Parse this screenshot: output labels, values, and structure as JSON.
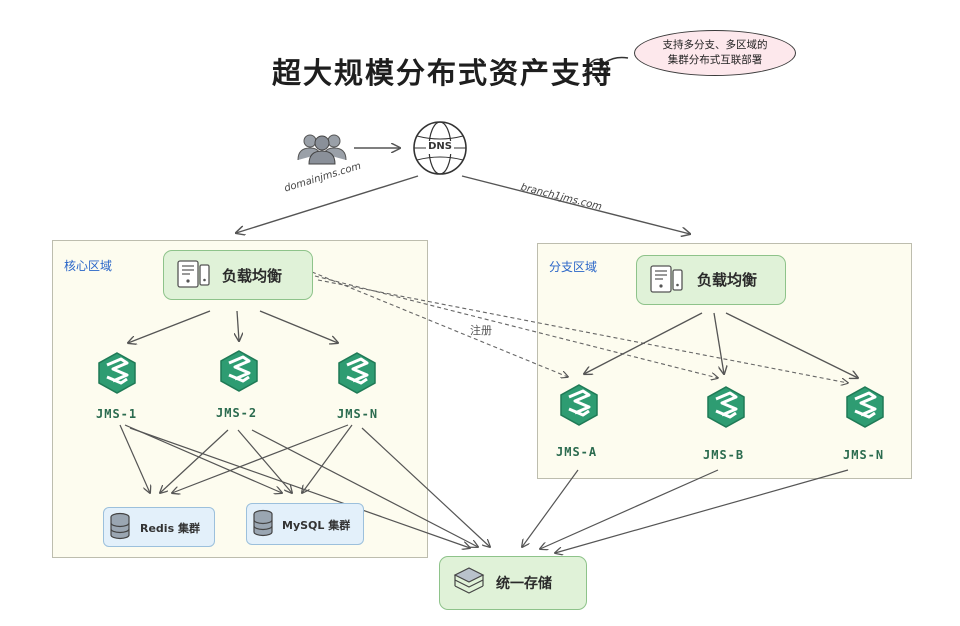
{
  "title": "超大规模分布式资产支持",
  "note": {
    "line1": "支持多分支、多区域的",
    "line2": "集群分布式互联部署"
  },
  "dns": {
    "label": "DNS"
  },
  "edges": {
    "domain": "domainjms.com",
    "branch": "branch1jms.com",
    "register": "注册"
  },
  "core_region": {
    "label": "核心区域",
    "load_balancer": "负载均衡",
    "nodes": [
      "JMS-1",
      "JMS-2",
      "JMS-N"
    ],
    "clusters": [
      "Redis 集群",
      "MySQL 集群"
    ]
  },
  "branch_region": {
    "label": "分支区域",
    "load_balancer": "负载均衡",
    "nodes": [
      "JMS-A",
      "JMS-B",
      "JMS-N"
    ]
  },
  "storage": {
    "label": "统一存储"
  },
  "colors": {
    "accent_green": "#2e9c72",
    "region_bg": "#fdfcef",
    "lb_bg": "#e0f2d8",
    "label_blue": "#2a66c8"
  }
}
